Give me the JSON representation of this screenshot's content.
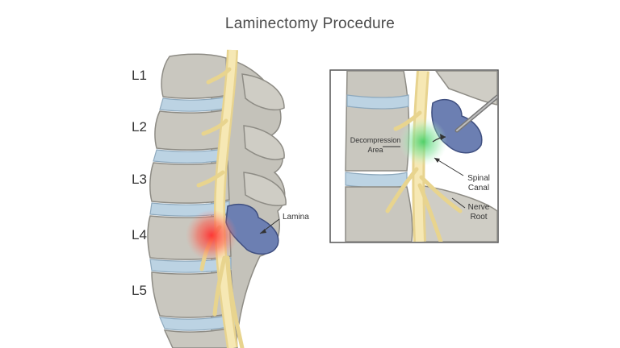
{
  "title": "Laminectomy Procedure",
  "levels": [
    "L1",
    "L2",
    "L3",
    "L4",
    "L5"
  ],
  "annotations": {
    "lamina": "Lamina",
    "decompression_line1": "Decompression",
    "decompression_line2": "Area",
    "spinal_canal_line1": "Spinal",
    "spinal_canal_line2": "Canal",
    "nerve_root_line1": "Nerve",
    "nerve_root_line2": "Root"
  },
  "colors": {
    "vertebra": "#c9c7bf",
    "disc": "#bcd3e3",
    "nerve": "#f3e2a3",
    "lamina": "#6c7fb2",
    "inflammation": "#f03c3c",
    "decompression": "#5fd07a"
  }
}
